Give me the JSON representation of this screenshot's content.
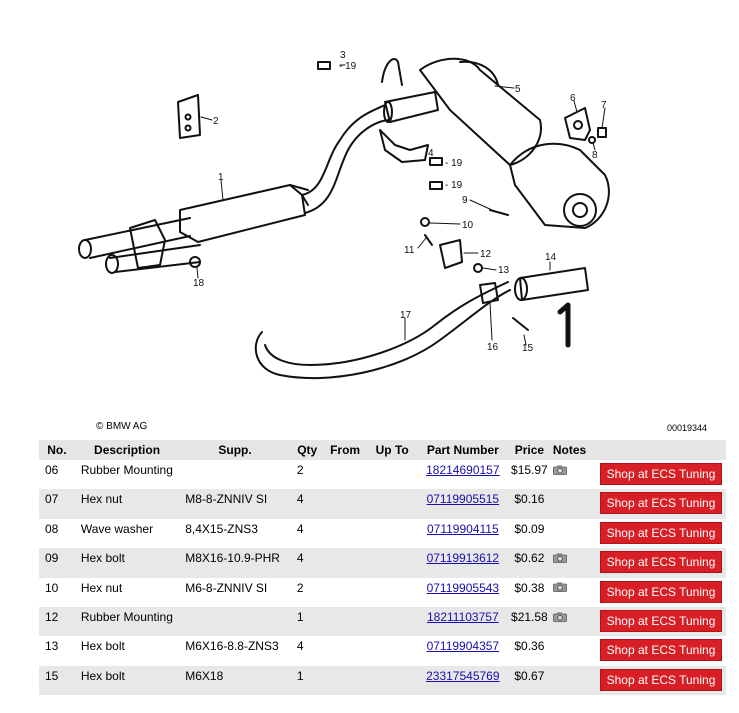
{
  "diagram": {
    "copyright": "© BMW AG",
    "diagram_id": "00019344",
    "callouts": [
      "1",
      "2",
      "3",
      "4",
      "5",
      "6",
      "7",
      "8",
      "9",
      "10",
      "11",
      "12",
      "13",
      "14",
      "15",
      "16",
      "17",
      "18",
      "19",
      "19",
      "19"
    ]
  },
  "table": {
    "headers": {
      "no": "No.",
      "description": "Description",
      "supp": "Supp.",
      "qty": "Qty",
      "from": "From",
      "up_to": "Up To",
      "part_number": "Part Number",
      "price": "Price",
      "notes": "Notes"
    },
    "rows": [
      {
        "no": "06",
        "description": "Rubber Mounting",
        "supp": "",
        "qty": "2",
        "part_number": "18214690157",
        "price": "$15.97",
        "has_photo": true,
        "shop_label": "Shop at ECS Tuning"
      },
      {
        "no": "07",
        "description": "Hex nut",
        "supp": "M8-8-ZNNIV SI",
        "qty": "4",
        "part_number": "07119905515",
        "price": "$0.16",
        "has_photo": false,
        "shop_label": "Shop at ECS Tuning"
      },
      {
        "no": "08",
        "description": "Wave washer",
        "supp": "8,4X15-ZNS3",
        "qty": "4",
        "part_number": "07119904115",
        "price": "$0.09",
        "has_photo": false,
        "shop_label": "Shop at ECS Tuning"
      },
      {
        "no": "09",
        "description": "Hex bolt",
        "supp": "M8X16-10.9-PHR",
        "qty": "4",
        "part_number": "07119913612",
        "price": "$0.62",
        "has_photo": true,
        "shop_label": "Shop at ECS Tuning"
      },
      {
        "no": "10",
        "description": "Hex nut",
        "supp": "M6-8-ZNNIV SI",
        "qty": "2",
        "part_number": "07119905543",
        "price": "$0.38",
        "has_photo": true,
        "shop_label": "Shop at ECS Tuning"
      },
      {
        "no": "12",
        "description": "Rubber Mounting",
        "supp": "",
        "qty": "1",
        "part_number": "18211103757",
        "price": "$21.58",
        "has_photo": true,
        "shop_label": "Shop at ECS Tuning"
      },
      {
        "no": "13",
        "description": "Hex bolt",
        "supp": "M6X16-8.8-ZNS3",
        "qty": "4",
        "part_number": "07119904357",
        "price": "$0.36",
        "has_photo": false,
        "shop_label": "Shop at ECS Tuning"
      },
      {
        "no": "15",
        "description": "Hex bolt",
        "supp": "M6X18",
        "qty": "1",
        "part_number": "23317545769",
        "price": "$0.67",
        "has_photo": false,
        "shop_label": "Shop at ECS Tuning"
      }
    ]
  }
}
